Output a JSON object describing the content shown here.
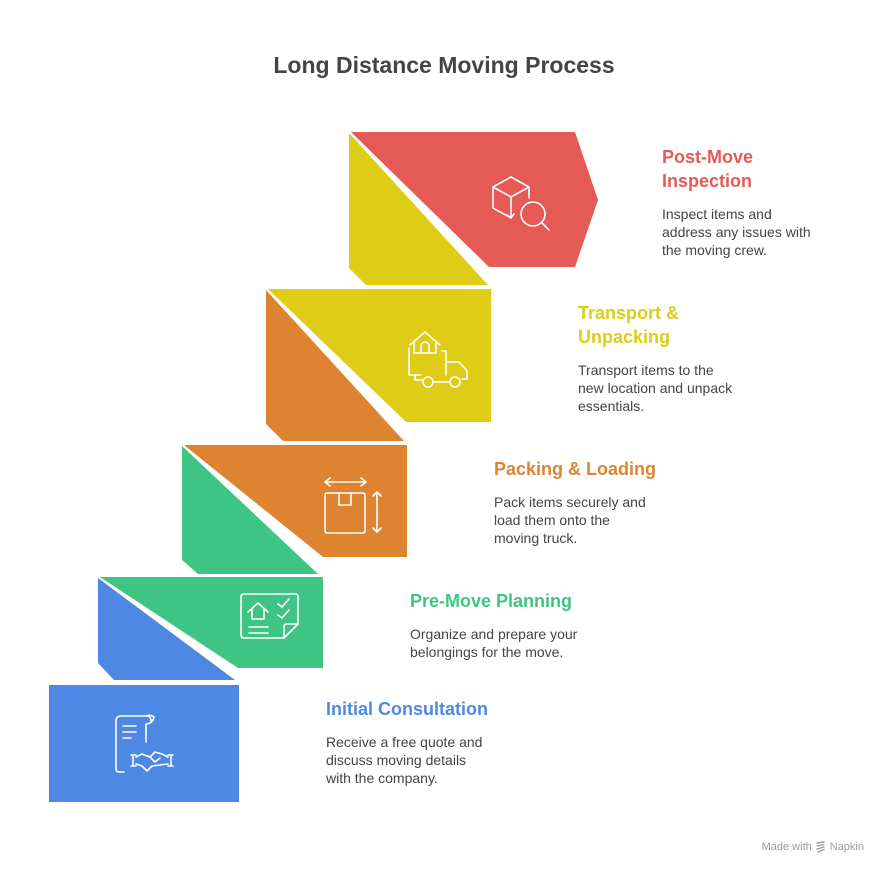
{
  "title": "Long Distance Moving Process",
  "steps": [
    {
      "id": "post-move-inspection",
      "heading_lines": [
        "Post-Move",
        "Inspection"
      ],
      "description_lines": [
        "Inspect items and",
        "address any issues with",
        "the moving crew."
      ],
      "color": "#E55A55",
      "icon": "box-search-icon"
    },
    {
      "id": "transport-unpacking",
      "heading_lines": [
        "Transport &",
        "Unpacking"
      ],
      "description_lines": [
        "Transport items to the",
        "new location and unpack",
        "essentials."
      ],
      "color": "#DECC17",
      "icon": "house-truck-icon"
    },
    {
      "id": "packing-loading",
      "heading_lines": [
        "Packing & Loading"
      ],
      "description_lines": [
        "Pack items securely and",
        "load them onto the",
        "moving truck."
      ],
      "color": "#DE8431",
      "icon": "box-dimensions-icon"
    },
    {
      "id": "pre-move-planning",
      "heading_lines": [
        "Pre-Move Planning"
      ],
      "description_lines": [
        "Organize and prepare your",
        "belongings for the move."
      ],
      "color": "#3EC583",
      "icon": "checklist-house-icon"
    },
    {
      "id": "initial-consultation",
      "heading_lines": [
        "Initial Consultation"
      ],
      "description_lines": [
        "Receive a free quote and",
        "discuss moving details",
        "with the company."
      ],
      "color": "#4E88E5",
      "icon": "contract-handshake-icon"
    }
  ],
  "footer": {
    "made_with": "Made with",
    "brand": "Napkin"
  }
}
